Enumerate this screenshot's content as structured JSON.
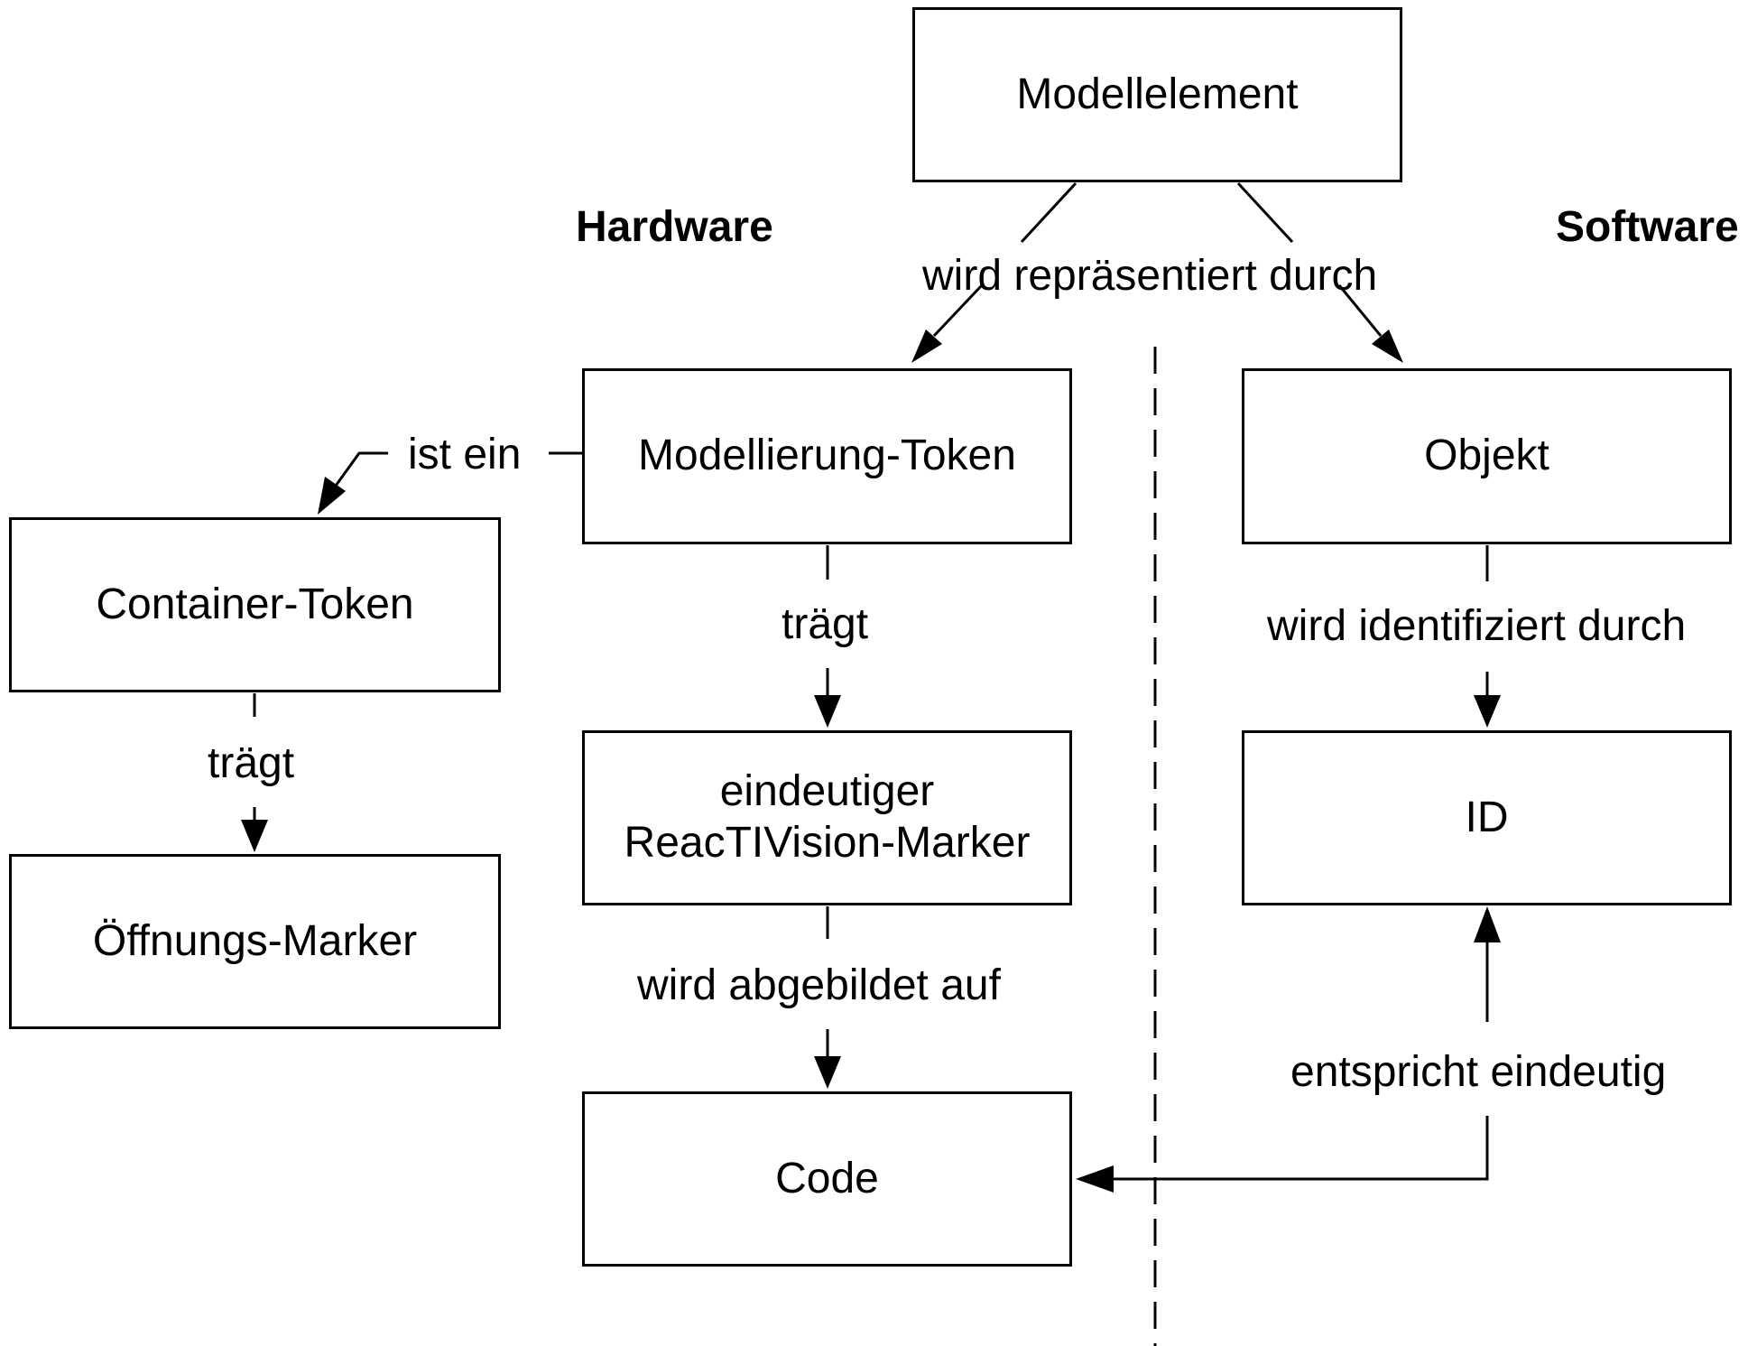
{
  "headings": {
    "hardware": "Hardware",
    "software": "Software"
  },
  "nodes": {
    "modellelement": "Modellelement",
    "modellierung_token": "Modellierung-Token",
    "objekt": "Objekt",
    "container_token": "Container-Token",
    "marker_line1": "eindeutiger",
    "marker_line2": "ReacTIVision-Marker",
    "id": "ID",
    "oeffnungs_marker": "Öffnungs-Marker",
    "code": "Code"
  },
  "edges": {
    "represented_by": "wird repräsentiert durch",
    "is_a": "ist ein",
    "carries_left": "trägt",
    "carries_middle": "trägt",
    "identified_by": "wird identifiziert durch",
    "mapped_to": "wird abgebildet auf",
    "corresponds": "entspricht eindeutig"
  },
  "colors": {
    "stroke": "#000000",
    "background": "#ffffff"
  }
}
